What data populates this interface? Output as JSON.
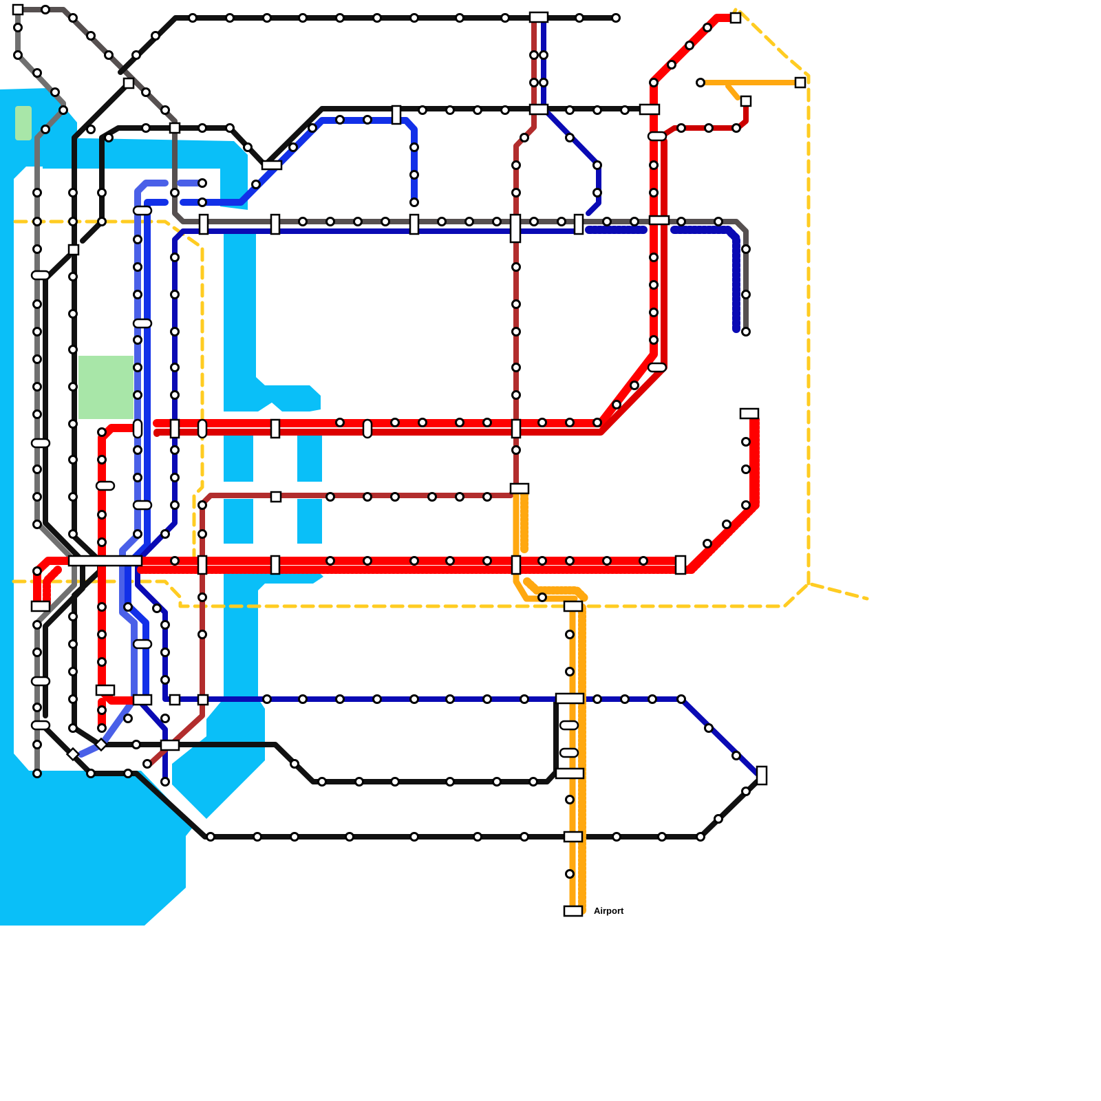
{
  "map": {
    "labels": {
      "airport": "Airport"
    },
    "colors": {
      "water": "#0ABFF8",
      "park": "#A8E6A8",
      "background": "#FFFFFF",
      "lines": {
        "black": "#111111",
        "dark_grey": "#565050",
        "grey": "#707070",
        "red": "#FF0000",
        "dark_red": "#CC0000",
        "brown": "#B22D2D",
        "blue": "#1230E8",
        "royal_blue": "#4A60E8",
        "navy": "#0A0AB4",
        "orange": "#FFA810",
        "yellow": "#FFCC22"
      }
    },
    "line_styles": {
      "yellow": "dashed",
      "navy_branch_east": "hatched",
      "red_south_east": "hatched",
      "orange_airport": "hatched"
    }
  }
}
